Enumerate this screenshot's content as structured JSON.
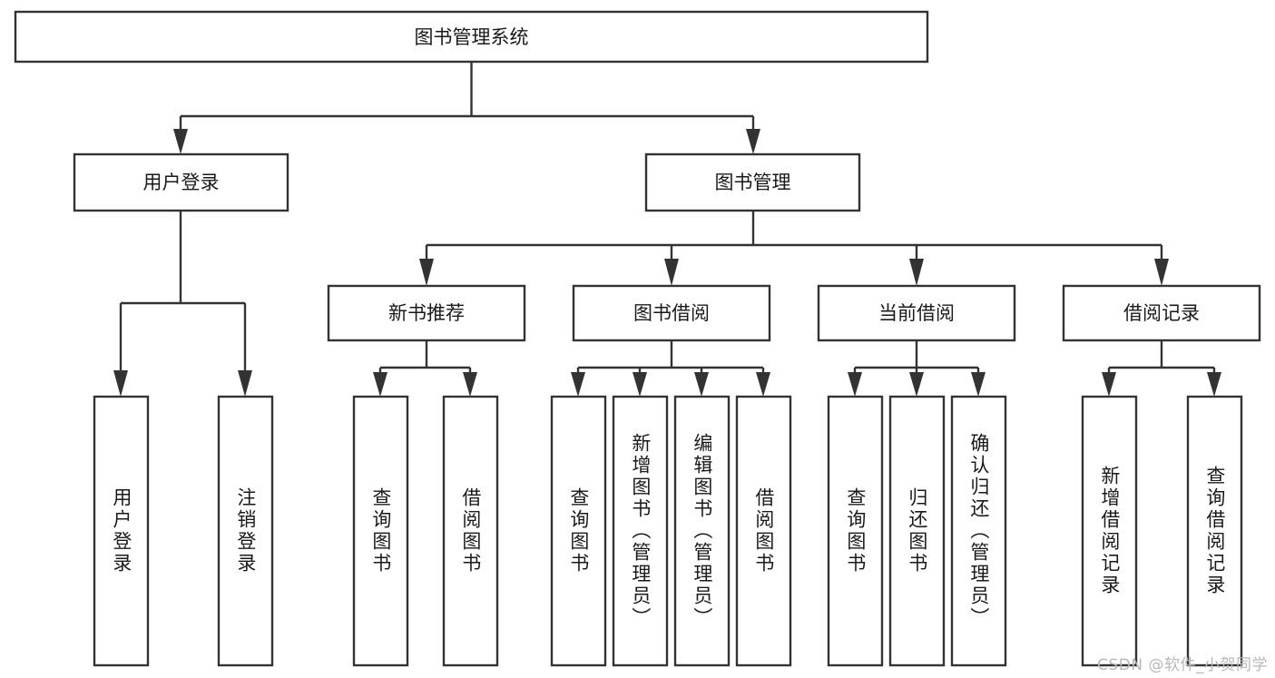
{
  "diagram": {
    "title": "图书管理系统",
    "type": "hierarchy-tree",
    "watermark": "CSDN @软件_小贺同学",
    "root": {
      "id": "root",
      "label": "图书管理系统"
    },
    "level2": [
      {
        "id": "user-login",
        "label": "用户登录"
      },
      {
        "id": "book-manage",
        "label": "图书管理"
      }
    ],
    "level3": [
      {
        "id": "new-book-rec",
        "label": "新书推荐",
        "parent": "book-manage"
      },
      {
        "id": "book-borrow",
        "label": "图书借阅",
        "parent": "book-manage"
      },
      {
        "id": "current-borrow",
        "label": "当前借阅",
        "parent": "book-manage"
      },
      {
        "id": "borrow-record",
        "label": "借阅记录",
        "parent": "book-manage"
      }
    ],
    "leaves": [
      {
        "id": "leaf-user-login",
        "label": "用户登录",
        "parent": "user-login"
      },
      {
        "id": "leaf-logout",
        "label": "注销登录",
        "parent": "user-login"
      },
      {
        "id": "leaf-query-book-1",
        "label": "查询图书",
        "parent": "new-book-rec"
      },
      {
        "id": "leaf-borrow-book-1",
        "label": "借阅图书",
        "parent": "new-book-rec"
      },
      {
        "id": "leaf-query-book-2",
        "label": "查询图书",
        "parent": "book-borrow"
      },
      {
        "id": "leaf-add-book",
        "label": "新增图书（管理员）",
        "parent": "book-borrow"
      },
      {
        "id": "leaf-edit-book",
        "label": "编辑图书（管理员）",
        "parent": "book-borrow"
      },
      {
        "id": "leaf-borrow-book-2",
        "label": "借阅图书",
        "parent": "book-borrow"
      },
      {
        "id": "leaf-query-book-3",
        "label": "查询图书",
        "parent": "current-borrow"
      },
      {
        "id": "leaf-return-book",
        "label": "归还图书",
        "parent": "current-borrow"
      },
      {
        "id": "leaf-confirm-return",
        "label": "确认归还（管理员）",
        "parent": "current-borrow"
      },
      {
        "id": "leaf-add-record",
        "label": "新增借阅记录",
        "parent": "borrow-record"
      },
      {
        "id": "leaf-query-record",
        "label": "查询借阅记录",
        "parent": "borrow-record"
      }
    ],
    "colors": {
      "stroke": "#333333",
      "box_fill": "#ffffff",
      "text": "#1a1a1a",
      "watermark": "#b8b8b8",
      "background": "#ffffff"
    }
  }
}
